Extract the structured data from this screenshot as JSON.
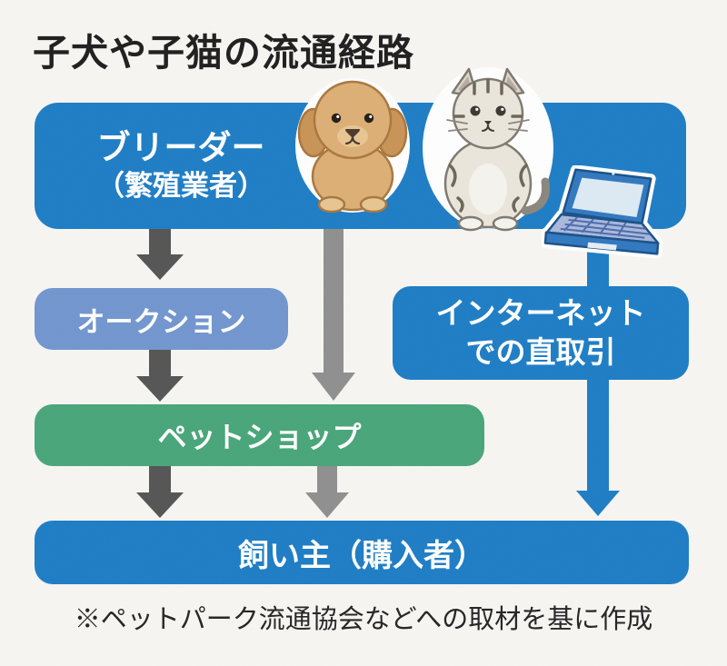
{
  "title": "子犬や子猫の流通経路",
  "nodes": {
    "breeder": {
      "label_line1": "ブリーダー",
      "label_line2": "（繁殖業者）"
    },
    "auction": {
      "label": "オークション"
    },
    "internet": {
      "label_line1": "インターネット",
      "label_line2": "での直取引"
    },
    "petshop": {
      "label": "ペットショップ"
    },
    "owner": {
      "label": "飼い主（購入者）"
    }
  },
  "edges": [
    {
      "from": "breeder",
      "to": "auction",
      "color": "dark-gray"
    },
    {
      "from": "breeder",
      "to": "petshop",
      "color": "light-gray"
    },
    {
      "from": "auction",
      "to": "petshop",
      "color": "dark-gray"
    },
    {
      "from": "petshop",
      "to": "owner",
      "color": "dark-gray"
    },
    {
      "from": "petshop",
      "to": "owner",
      "color": "light-gray"
    },
    {
      "from": "internet",
      "to": "owner",
      "color": "primary-blue"
    }
  ],
  "illustrations": {
    "puppy": "puppy-illustration",
    "kitten": "kitten-illustration",
    "laptop": "laptop-illustration"
  },
  "footnote": "※ペットパーク流通協会などへの取材を基に作成",
  "colors": {
    "primary_blue": "#1b7cc5",
    "light_blue": "#7095ce",
    "green": "#46a578",
    "dark_gray": "#535353",
    "light_gray": "#8e8e8e",
    "background": "#f7f6f2",
    "text_white": "#ffffff"
  }
}
